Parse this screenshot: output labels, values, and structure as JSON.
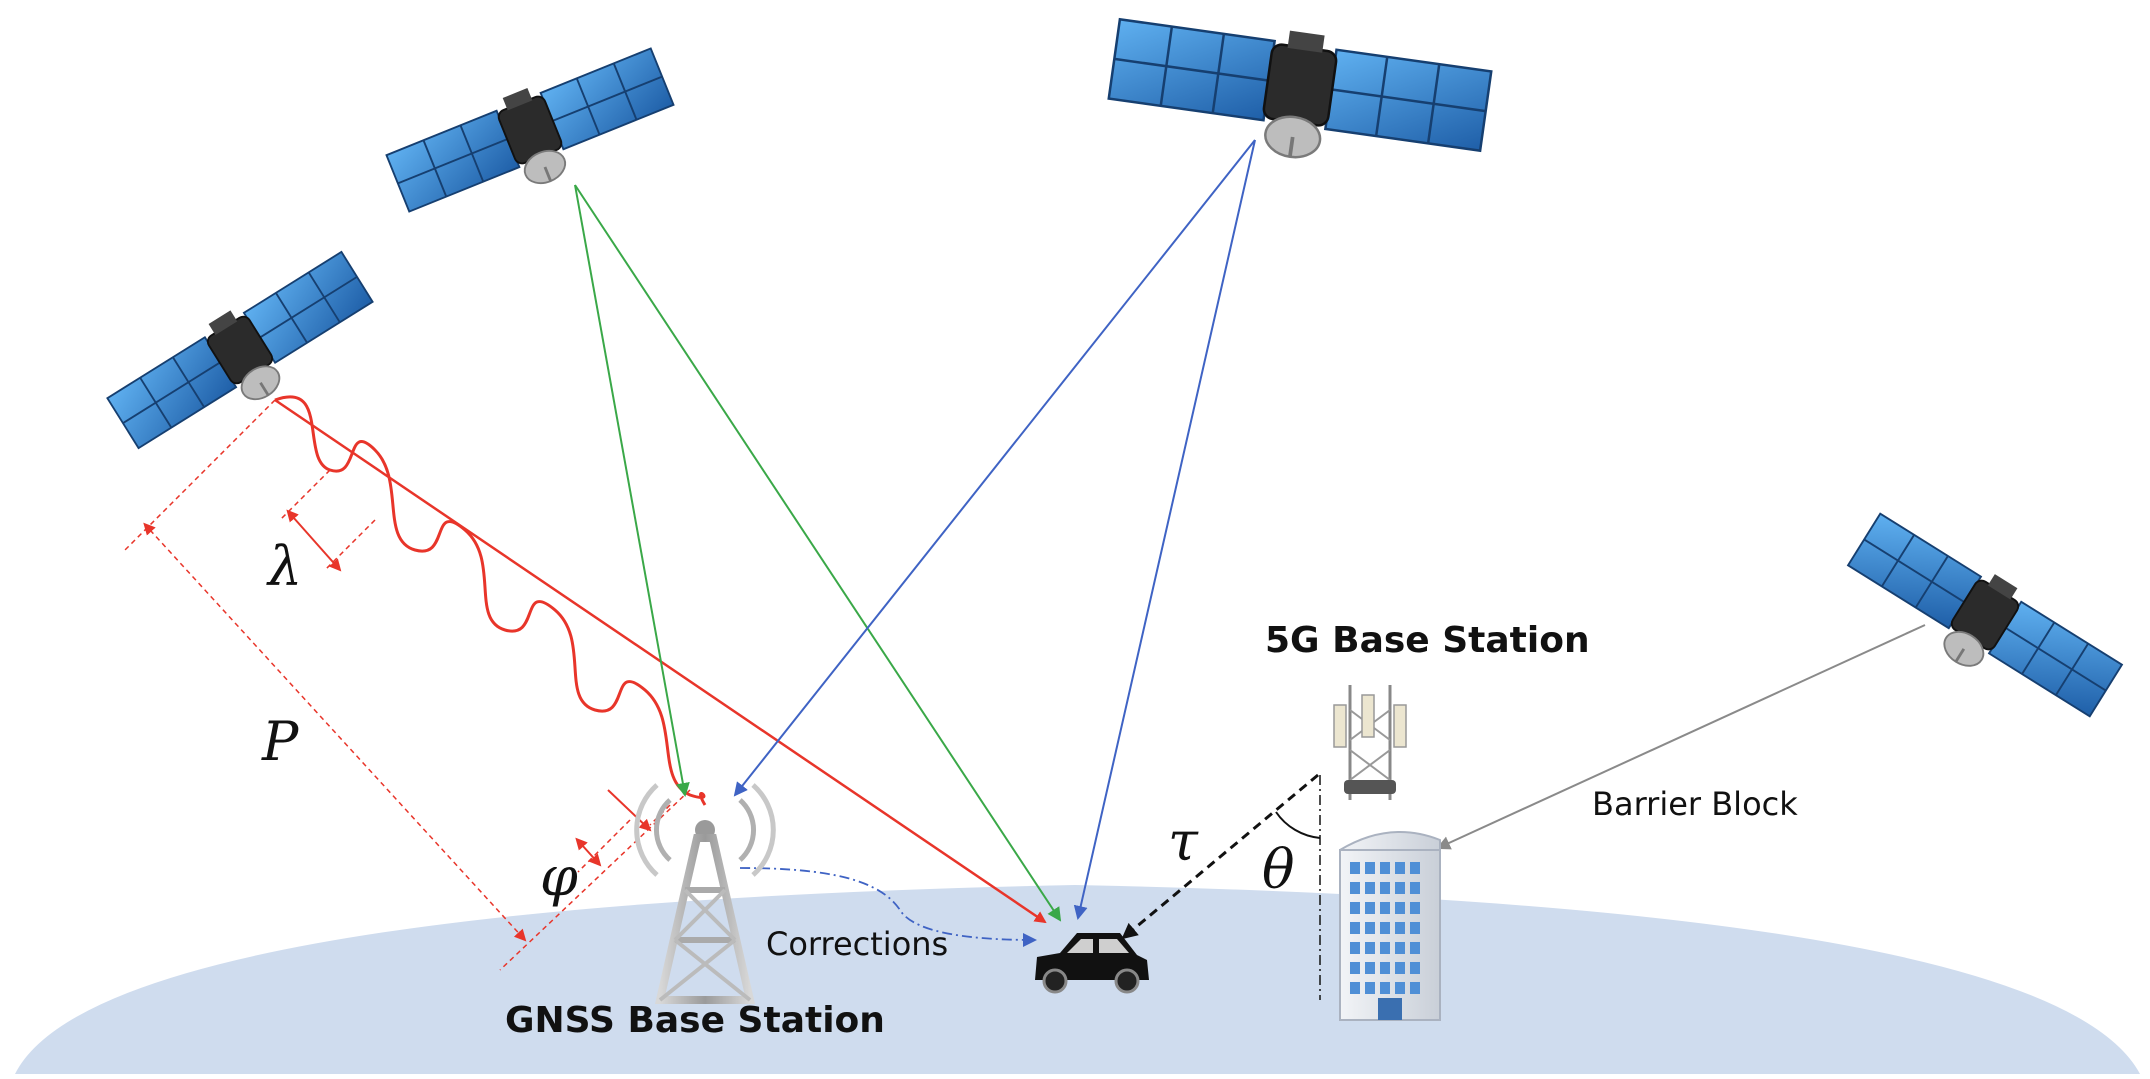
{
  "labels": {
    "gnss_base_station": "GNSS Base Station",
    "fiveg_base_station": "5G Base Station",
    "corrections": "Corrections",
    "barrier_block": "Barrier Block"
  },
  "symbols": {
    "wavelength": "λ",
    "pseudorange": "P",
    "phase": "φ",
    "delay": "τ",
    "angle": "θ"
  },
  "colors": {
    "ground": "#cfdcee",
    "signal_red": "#e8352a",
    "signal_green": "#3aa848",
    "signal_blue": "#3f63c4",
    "signal_gray": "#8a8a8a",
    "panel_blue": "#3d8fdc",
    "panel_dark": "#1f5fa8"
  }
}
